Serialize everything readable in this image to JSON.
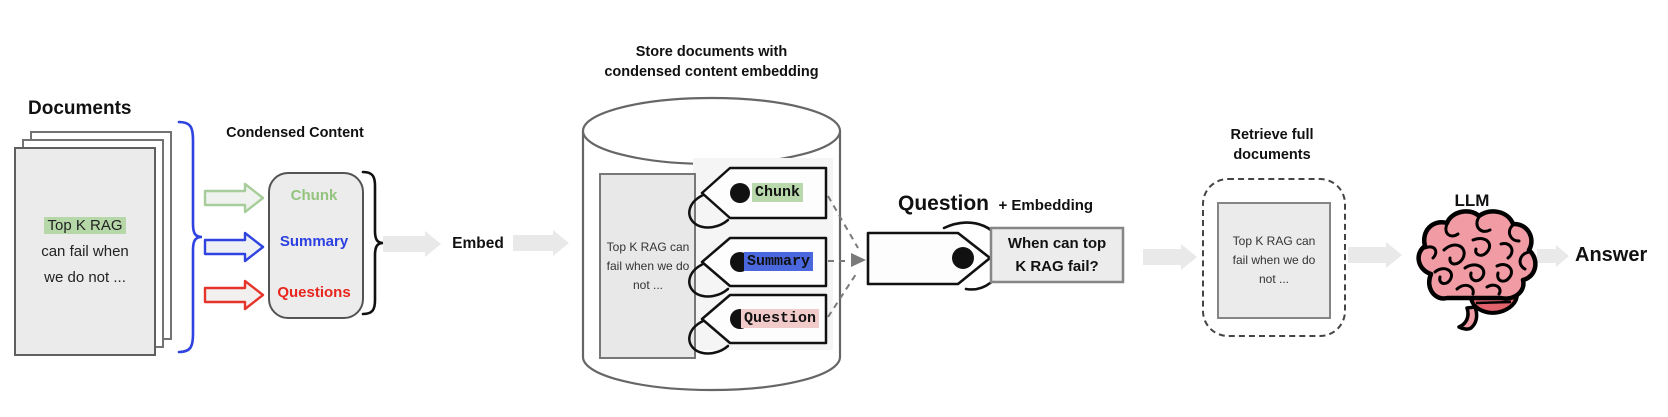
{
  "documents": {
    "title": "Documents",
    "doc_lines": [
      "Top K RAG",
      "can fail when",
      "we do not ..."
    ]
  },
  "condensed": {
    "title": "Condensed Content",
    "items": [
      {
        "label": "Chunk",
        "color": "#93c47d"
      },
      {
        "label": "Summary",
        "color": "#2c3fe2"
      },
      {
        "label": "Questions",
        "color": "#e8261d"
      }
    ]
  },
  "embed_label": "Embed",
  "store": {
    "title_line1": "Store documents with",
    "title_line2": "condensed content embedding",
    "doc_lines": [
      "Top K RAG can",
      "fail when we do",
      "not ..."
    ],
    "tags": [
      {
        "label": "Chunk",
        "highlight": "#b9d9ad"
      },
      {
        "label": "Summary",
        "highlight": "#4a67dd"
      },
      {
        "label": "Question",
        "highlight": "#f1cbca"
      }
    ]
  },
  "query": {
    "title_main": "Question",
    "title_plus": "+ Embedding",
    "question_lines": [
      "When can top",
      "K RAG fail?"
    ]
  },
  "retrieve": {
    "title_line1": "Retrieve full",
    "title_line2": "documents",
    "doc_lines": [
      "Top K RAG can",
      "fail when we do",
      "not ..."
    ]
  },
  "llm": {
    "label": "LLM"
  },
  "answer_label": "Answer",
  "colors": {
    "green_arrow": "#a6cd9a",
    "blue_arrow": "#2e43e0",
    "red_arrow": "#e5352b",
    "blue_brace": "#2e43e0",
    "gray_arrow": "#e9e9e9",
    "doc_fill": "#ebebeb",
    "highlight_green": "#b6d7a8",
    "tag_blue": "#4a67dd",
    "tag_pink": "#f1cbca",
    "brain_pink": "#f19ca4"
  }
}
